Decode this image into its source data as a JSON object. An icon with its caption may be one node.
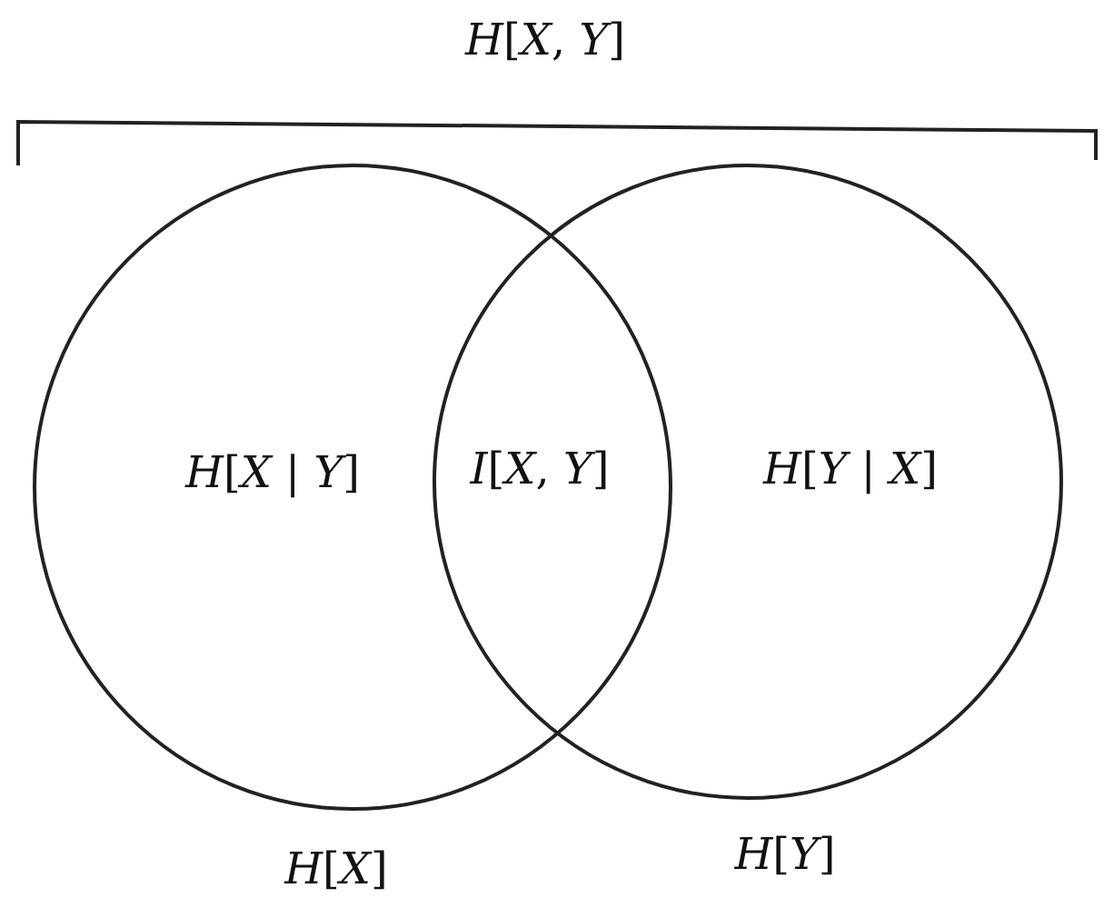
{
  "diagram": {
    "nodes": [
      {
        "text": [
          "*H*[*X* | *Y*]"
        ],
        "beside": [
          "*H*[*X*]"
        ]
      },
      {
        "text": [
          "*H*[*Y* | *X*]"
        ],
        "beside": [
          "*H*[*Y*]"
        ]
      }
    ],
    "edges": [],
    "labels": [
      "*H*[*X*, *Y*]",
      "*I*[*X*, *Y*]"
    ]
  }
}
